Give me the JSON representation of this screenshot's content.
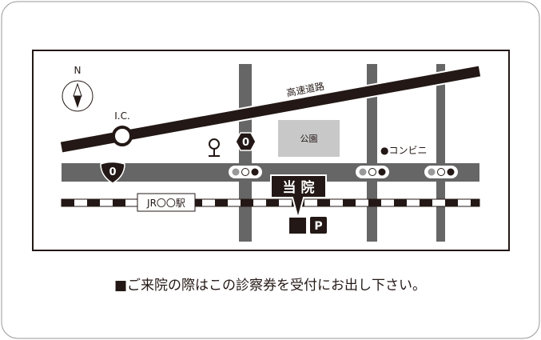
{
  "map": {
    "compass_label": "N",
    "interchange_label": "I.C.",
    "expressway_label": "高速道路",
    "park_label": "公園",
    "convenience_store_label": "●コンビニ",
    "station_label": "JR〇〇駅",
    "clinic_label": "当 院",
    "parking_label": "P",
    "route_shield_label": "0",
    "route_hex_label": "0"
  },
  "footer": {
    "notice": "■ご来院の際はこの診察券を受付にお出し下さい。"
  },
  "colors": {
    "road": "#666666",
    "expressway": "#231815",
    "park": "#c8c8c8",
    "border": "#231815"
  }
}
